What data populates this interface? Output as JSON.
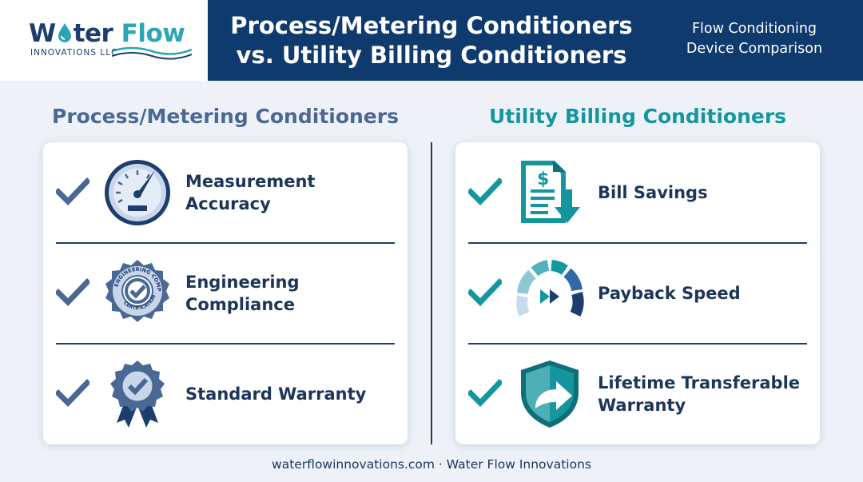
{
  "logo": {
    "name_part1": "W",
    "name_part2": "ter",
    "name_part3": "Flow",
    "subtitle": "INNOVATIONS LLC"
  },
  "header": {
    "title": "Process/Metering Conditioners\nvs. Utility Billing Conditioners",
    "subtitle": "Flow Conditioning\nDevice Comparison"
  },
  "left_column": {
    "heading": "Process/Metering Conditioners",
    "accent_color": "#4a6894",
    "items": [
      {
        "label": "Measurement Accuracy",
        "icon": "gauge-icon"
      },
      {
        "label": "Engineering Compliance",
        "icon": "certification-seal-icon",
        "badge_text": "ENGINEERING COMPLIANCE CERTIFICATION"
      },
      {
        "label": "Standard Warranty",
        "icon": "award-ribbon-icon"
      }
    ]
  },
  "right_column": {
    "heading": "Utility Billing Conditioners",
    "accent_color": "#13969e",
    "items": [
      {
        "label": "Bill Savings",
        "icon": "bill-savings-icon"
      },
      {
        "label": "Payback Speed",
        "icon": "speedometer-fast-forward-icon"
      },
      {
        "label": "Lifetime Transferable\nWarranty",
        "icon": "shield-arrow-icon"
      }
    ]
  },
  "footer": {
    "text": "waterflowinnovations.com · Water Flow Innovations"
  }
}
